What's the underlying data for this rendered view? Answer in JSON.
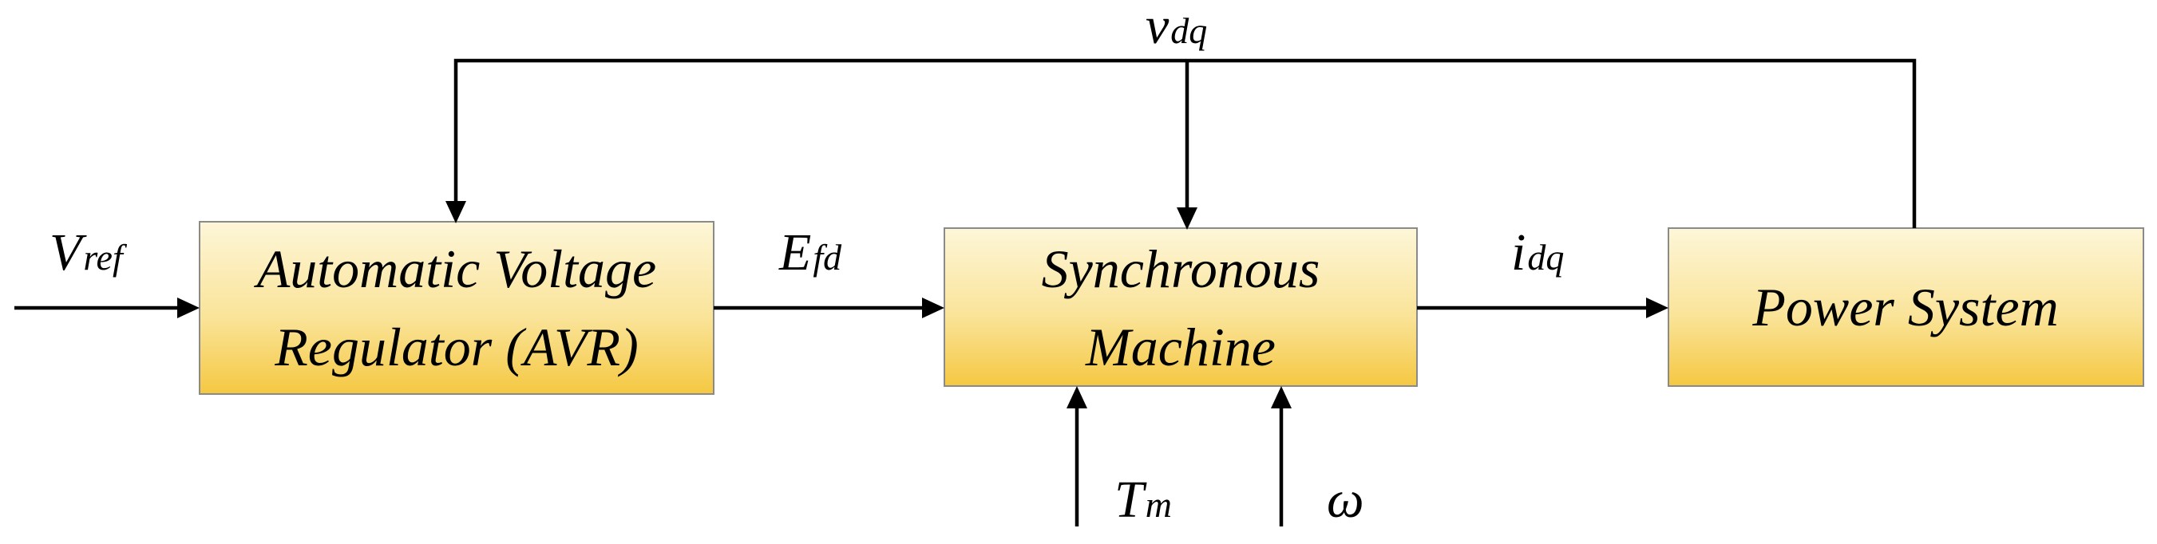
{
  "blocks": {
    "avr": {
      "line1": "Automatic Voltage",
      "line2": "Regulator (AVR)"
    },
    "machine": {
      "line1": "Synchronous",
      "line2": "Machine"
    },
    "power": {
      "label": "Power System"
    }
  },
  "signals": {
    "vref": {
      "main": "V",
      "sub": "ref"
    },
    "efd": {
      "main": "E",
      "sub": "fd"
    },
    "idq": {
      "main": "i",
      "sub": "dq"
    },
    "vdq": {
      "main": "v",
      "sub": "dq"
    },
    "tm": {
      "main": "T",
      "sub": "m"
    },
    "omega": {
      "main": "ω"
    }
  },
  "colors": {
    "block_top": "#fdf6d8",
    "block_bottom": "#f5c842",
    "block_border": "#8a8a8a",
    "line": "#000000"
  }
}
